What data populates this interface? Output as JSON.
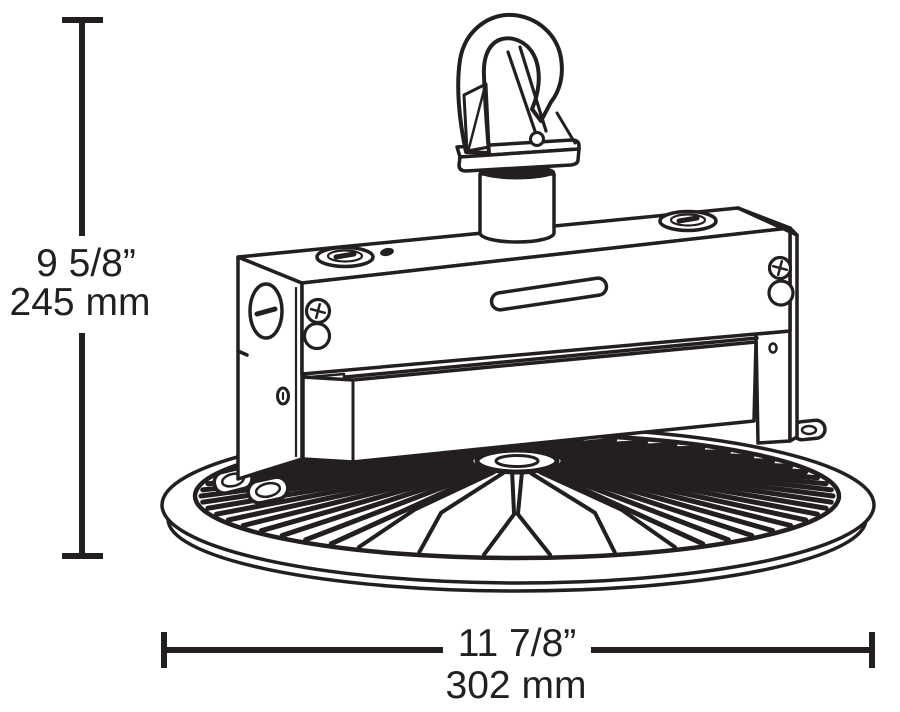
{
  "diagram": {
    "background_color": "#ffffff",
    "line_color": "#231f20",
    "dimensions": {
      "height": {
        "imperial": "9 5/8”",
        "metric": "245 mm"
      },
      "width": {
        "imperial": "11 7/8”",
        "metric": "302 mm"
      }
    }
  }
}
